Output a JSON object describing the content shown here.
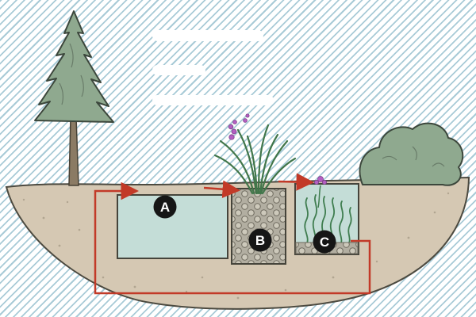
{
  "diagram": {
    "badges": {
      "a": "A",
      "b": "B",
      "c": "C"
    },
    "colors": {
      "stripe": "#a9cbd7",
      "soil": "#d5c8b3",
      "soil-outline": "#4c4a40",
      "water": "#c4ddd7",
      "gravel-bg": "#b2aea1",
      "pebble": "#cdc9bb",
      "pebble-outline": "#6e6a5e",
      "zone-outline": "#45443b",
      "foliage": "#8fa98f",
      "foliage-outline": "#3c473c",
      "trunk": "#8b7b64",
      "trunk-outline": "#474135",
      "arrow": "#c23a28",
      "badge": "#161616",
      "badge-text": "#ffffff",
      "flower": "#b45fc2",
      "flower-outline": "#7c3f8a",
      "grass": "#41764a",
      "weed": "#3f7d4f",
      "speckle": "#8f8470"
    }
  }
}
